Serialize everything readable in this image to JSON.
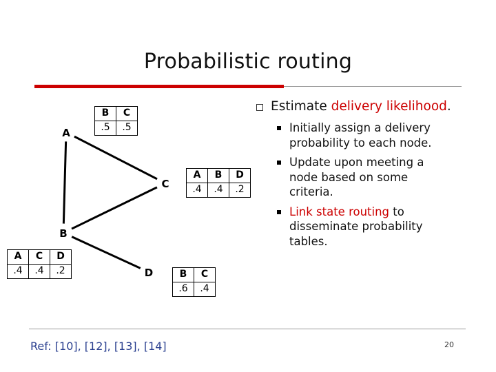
{
  "slide": {
    "title": "Probabilistic routing",
    "page_number": "20",
    "reference": "Ref: [10], [12], [13], [14]",
    "accent_color": "#cc0000",
    "rule_color": "#9a9a9a",
    "link_color": "#2a3f8f"
  },
  "content": {
    "lvl1": {
      "marker": "open-square-bullet",
      "text_before": "Estimate ",
      "text_red": "delivery likelihood",
      "text_after": "."
    },
    "sub_bullets": [
      {
        "marker": "filled-square-bullet",
        "text": "Initially assign a delivery probability to each node.",
        "red": ""
      },
      {
        "marker": "filled-square-bullet",
        "text": "Update upon meeting a node based on some criteria.",
        "red": ""
      },
      {
        "marker": "filled-square-bullet",
        "text_red": "Link state routing",
        "text_after": " to disseminate probability tables.",
        "text": ""
      }
    ]
  },
  "diagram": {
    "nodes": [
      {
        "id": "A",
        "label": "A"
      },
      {
        "id": "C",
        "label": "C"
      },
      {
        "id": "B",
        "label": "B"
      },
      {
        "id": "D",
        "label": "D"
      }
    ],
    "tables": [
      {
        "owner": "A",
        "headers": [
          "B",
          "C"
        ],
        "values": [
          ".5",
          ".5"
        ]
      },
      {
        "owner": "C",
        "headers": [
          "A",
          "B",
          "D"
        ],
        "values": [
          ".4",
          ".4",
          ".2"
        ]
      },
      {
        "owner": "B",
        "headers": [
          "A",
          "C",
          "D"
        ],
        "values": [
          ".4",
          ".4",
          ".2"
        ]
      },
      {
        "owner": "D",
        "headers": [
          "B",
          "C"
        ],
        "values": [
          ".6",
          ".4"
        ]
      }
    ]
  }
}
